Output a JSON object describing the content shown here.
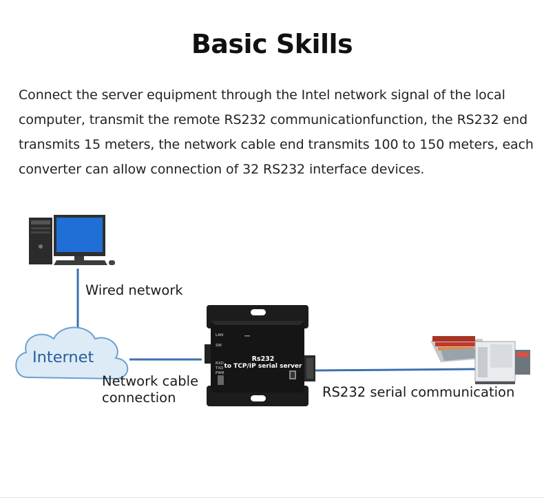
{
  "title": "Basic Skills",
  "description": "Connect the server equipment through the Intel network signal of the local computer, transmit the remote RS232 communicationfunction, the RS232 end transmits 15 meters, the network cable end transmits 100 to 150 meters, each converter can allow connection of 32 RS232 interface devices.",
  "labels": {
    "wired_network": "Wired network",
    "internet": "Internet",
    "network_cable_line1": "Network cable",
    "network_cable_line2": "connection",
    "rs232_comm": "RS232 serial communication"
  },
  "device": {
    "title_line1": "Rs232",
    "title_line2": "to TCP/IP serial server",
    "led_lan": "LAN",
    "led_sw": "SW",
    "led_rxd": "RXD",
    "led_txd": "TXD",
    "led_pwr": "PWR"
  },
  "colors": {
    "cable": "#3f6fb0",
    "cloud_fill": "#dcebf6",
    "cloud_stroke": "#6a9fd0",
    "device_body": "#151515"
  },
  "icons": [
    "desktop-computer-icon",
    "cloud-icon",
    "serial-server-device",
    "industrial-machine-icon"
  ]
}
